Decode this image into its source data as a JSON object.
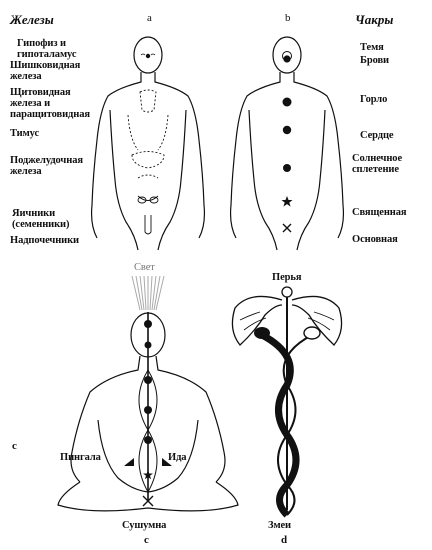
{
  "headers": {
    "glands": "Железы",
    "chakras": "Чакры"
  },
  "panel_letters": {
    "a": "a",
    "b": "b",
    "c_side": "c",
    "c_bottom": "c",
    "d": "d"
  },
  "glands": [
    {
      "line1": "Гипофиз и",
      "line2": "гипоталамус"
    },
    {
      "line1": "Шишковидная",
      "line2": "железа"
    },
    {
      "line1": "Щитовидная",
      "line2": "железа и"
    },
    {
      "line1": "паращитовидная",
      "line2": ""
    },
    {
      "line1": "Тимус",
      "line2": ""
    },
    {
      "line1": "Поджелудочная",
      "line2": "железа"
    },
    {
      "line1": "Яичники",
      "line2": "(семенники)"
    },
    {
      "line1": "Надпочечники",
      "line2": ""
    }
  ],
  "chakras": [
    {
      "label": "Темя"
    },
    {
      "label": "Брови"
    },
    {
      "label": "Горло"
    },
    {
      "label": "Сердце"
    },
    {
      "label1": "Солнечное",
      "label2": "сплетение"
    },
    {
      "label": "Священная"
    },
    {
      "label": "Основная"
    }
  ],
  "figure_c": {
    "light": "Свет",
    "pingala": "Пингала",
    "ida": "Ида",
    "sushumna": "Сушумна"
  },
  "figure_d": {
    "feathers": "Перья",
    "snakes": "Змеи"
  }
}
